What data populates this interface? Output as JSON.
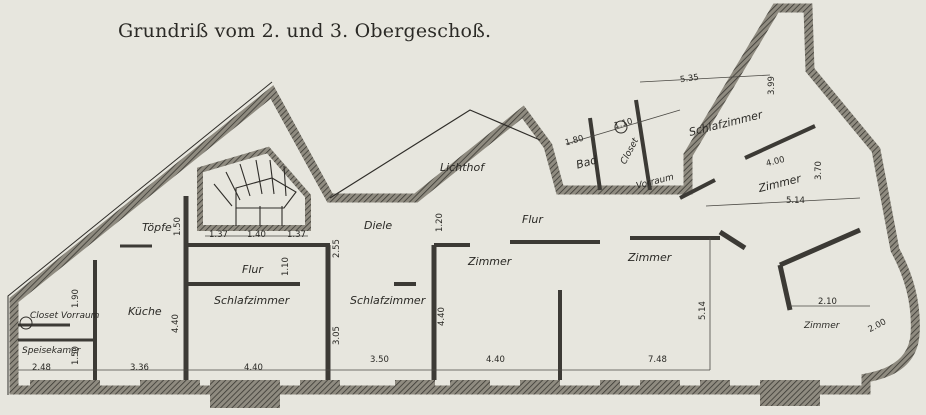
{
  "title": "Grundriß vom 2. und 3. Obergeschoß.",
  "rooms": {
    "lichthof": "Lichthof",
    "bad": "Bad",
    "closet_top": "Closet",
    "vorraum_top": "Vorraum",
    "schlafzimmer_ne": "Schlafzimmer",
    "zimmer_e": "Zimmer",
    "toepfe": "Töpfe",
    "diele": "Diele",
    "flur_mid": "Flur",
    "flur_left": "Flur",
    "zimmer_mid": "Zimmer",
    "zimmer_right": "Zimmer",
    "kueche": "Küche",
    "schlafzimmer_1": "Schlafzimmer",
    "schlafzimmer_2": "Schlafzimmer",
    "closet_vorraum": "Closet Vorraum",
    "speisekammer": "Speisekamer",
    "zimmer_corner": "Zimmer"
  },
  "dimensions": {
    "d_180": "1.80",
    "d_110_top": "1.10",
    "d_535": "5.35",
    "d_399": "3.99",
    "d_400": "4.00",
    "d_370": "3.70",
    "d_514_right": "5.14",
    "d_137a": "1.37",
    "d_140": "1.40",
    "d_137b": "1.37",
    "d_150_top": "1.50",
    "d_255": "2.55",
    "d_120": "1.20",
    "d_110_flur": "1.10",
    "d_190": "1.90",
    "d_150_left": "1.50",
    "d_440_left": "4.40",
    "d_305": "3.05",
    "d_440_mid": "4.40",
    "d_514_lower": "5.14",
    "d_248": "2.48",
    "d_336": "3.36",
    "d_440_bottom": "4.40",
    "d_350": "3.50",
    "d_440_bottom2": "4.40",
    "d_748": "7.48",
    "d_210": "2.10",
    "d_200": "2.00"
  }
}
